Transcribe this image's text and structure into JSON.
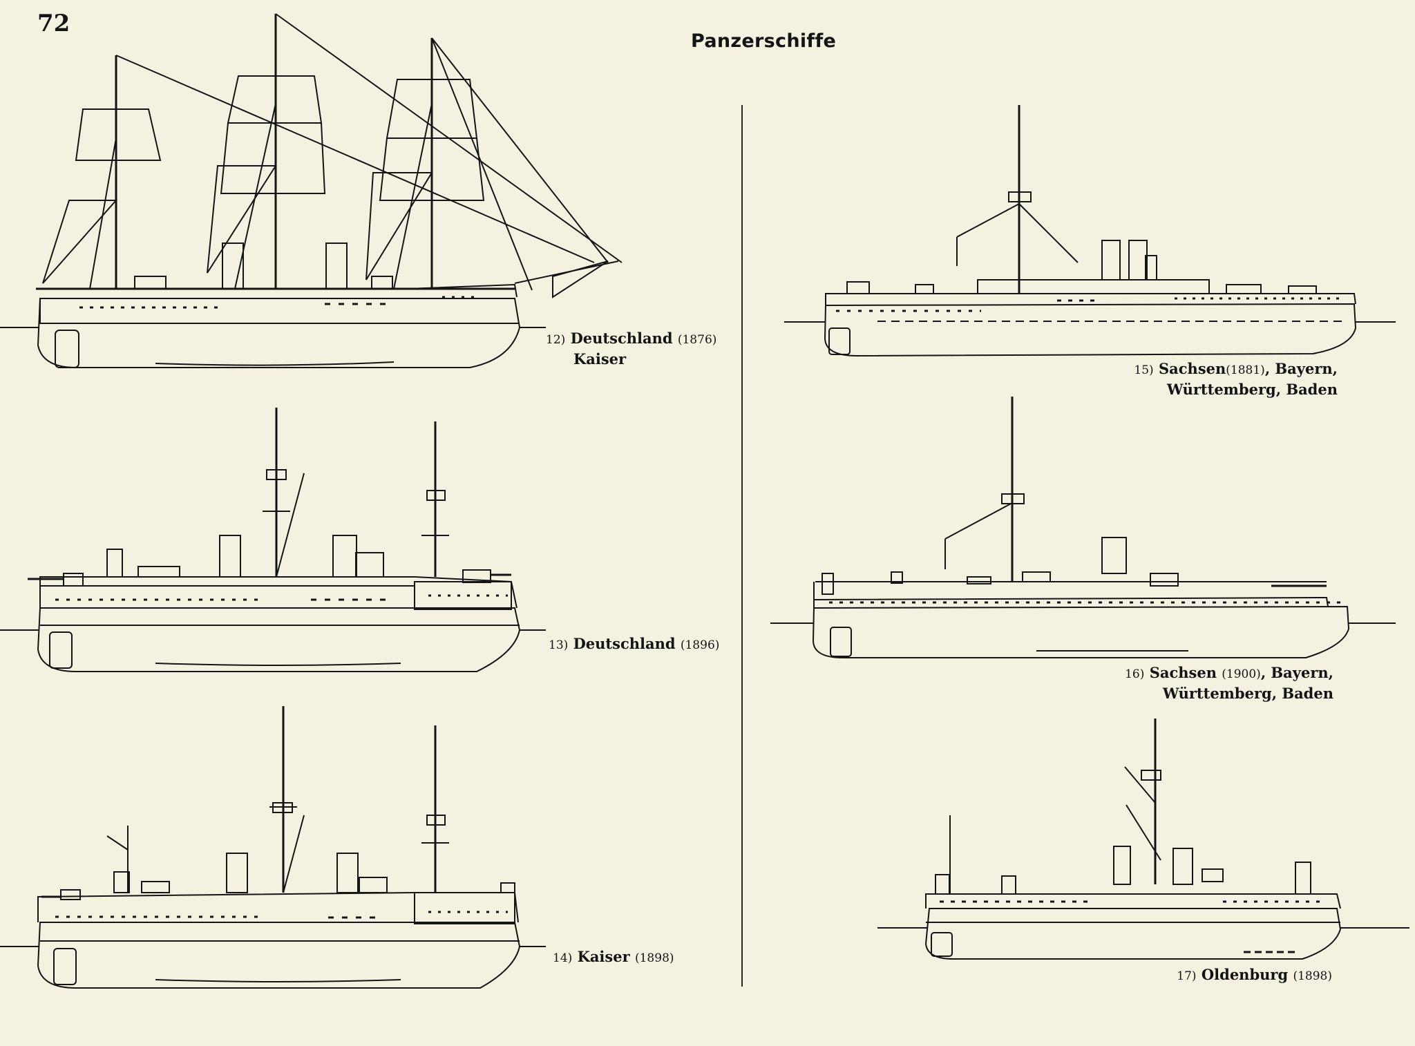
{
  "page": {
    "number": "72",
    "title": "Panzerschiffe"
  },
  "ships": [
    {
      "id": "12",
      "num": "12)",
      "name": "Deutschland",
      "year": "(1876)",
      "line2": "Kaiser"
    },
    {
      "id": "13",
      "num": "13)",
      "name": "Deutschland",
      "year": "(1896)",
      "line2": ""
    },
    {
      "id": "14",
      "num": "14)",
      "name": "Kaiser",
      "year": "(1898)",
      "line2": ""
    },
    {
      "id": "15",
      "num": "15)",
      "name": "Sachsen",
      "year": "(1881)",
      "suffix": ", Bayern,",
      "line2": "Württemberg, Baden"
    },
    {
      "id": "16",
      "num": "16)",
      "name": "Sachsen",
      "year": "(1900)",
      "suffix": ", Bayern,",
      "line2": "Württemberg, Baden"
    },
    {
      "id": "17",
      "num": "17)",
      "name": "Oldenburg",
      "year": "(1898)",
      "line2": ""
    }
  ],
  "colors": {
    "paper": "#f3f1df",
    "ink": "#141414"
  }
}
